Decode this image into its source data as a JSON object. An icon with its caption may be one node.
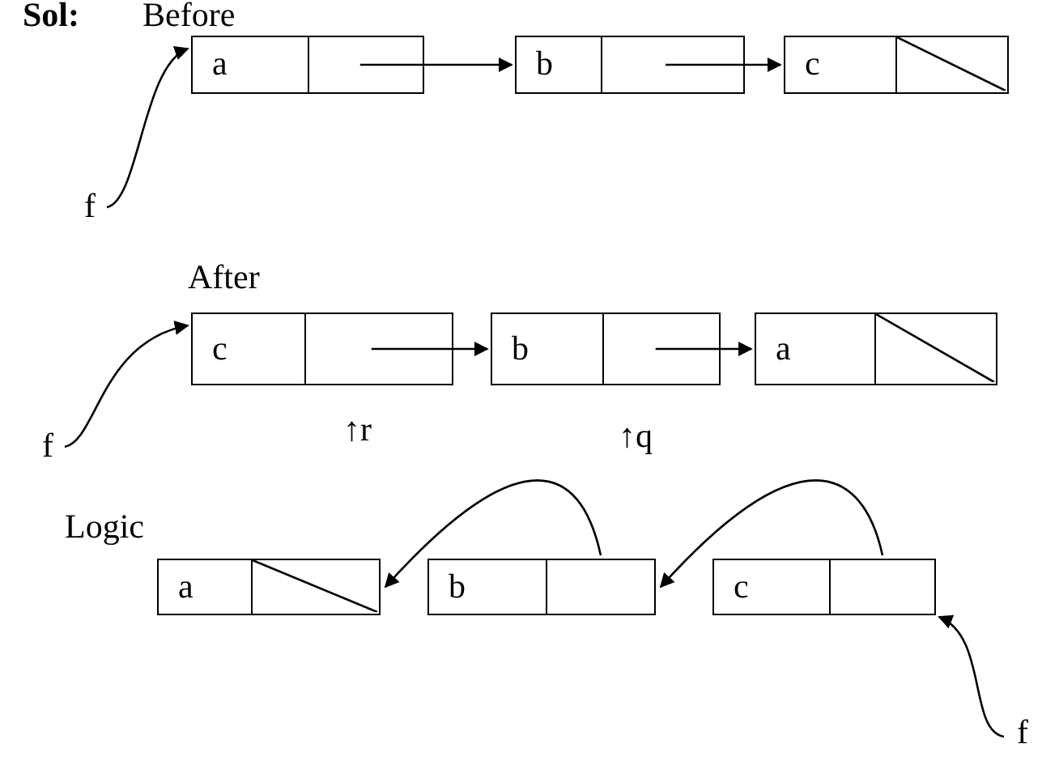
{
  "diagram": {
    "nodes": [
      {
        "text": [
          "a"
        ]
      },
      {
        "text": [
          "b"
        ]
      },
      {
        "text": [
          "c"
        ]
      },
      {
        "text": [
          "f"
        ]
      },
      {
        "text": [
          "c"
        ]
      },
      {
        "text": [
          "b"
        ]
      },
      {
        "text": [
          "a"
        ]
      },
      {
        "text": [
          "f"
        ]
      },
      {
        "text": [
          "a"
        ]
      },
      {
        "text": [
          "b"
        ]
      },
      {
        "text": [
          "c"
        ]
      },
      {
        "text": [
          "f"
        ]
      }
    ],
    "edges": [
      {
        "from": 0,
        "to": 1,
        "arrow": "to"
      },
      {
        "from": 1,
        "to": 2,
        "arrow": "to"
      },
      {
        "from": 3,
        "to": 0,
        "arrow": "to"
      },
      {
        "from": 4,
        "to": 5,
        "arrow": "to"
      },
      {
        "from": 5,
        "to": 6,
        "arrow": "to"
      },
      {
        "from": 7,
        "to": 4,
        "arrow": "to"
      },
      {
        "from": 9,
        "to": 8,
        "arrow": "to"
      },
      {
        "from": 10,
        "to": 9,
        "arrow": "to"
      },
      {
        "from": 11,
        "to": 10,
        "arrow": "to"
      }
    ],
    "labels": [
      "Sol:",
      "Before",
      "After",
      "↑r",
      "↑q",
      "Logic"
    ]
  }
}
